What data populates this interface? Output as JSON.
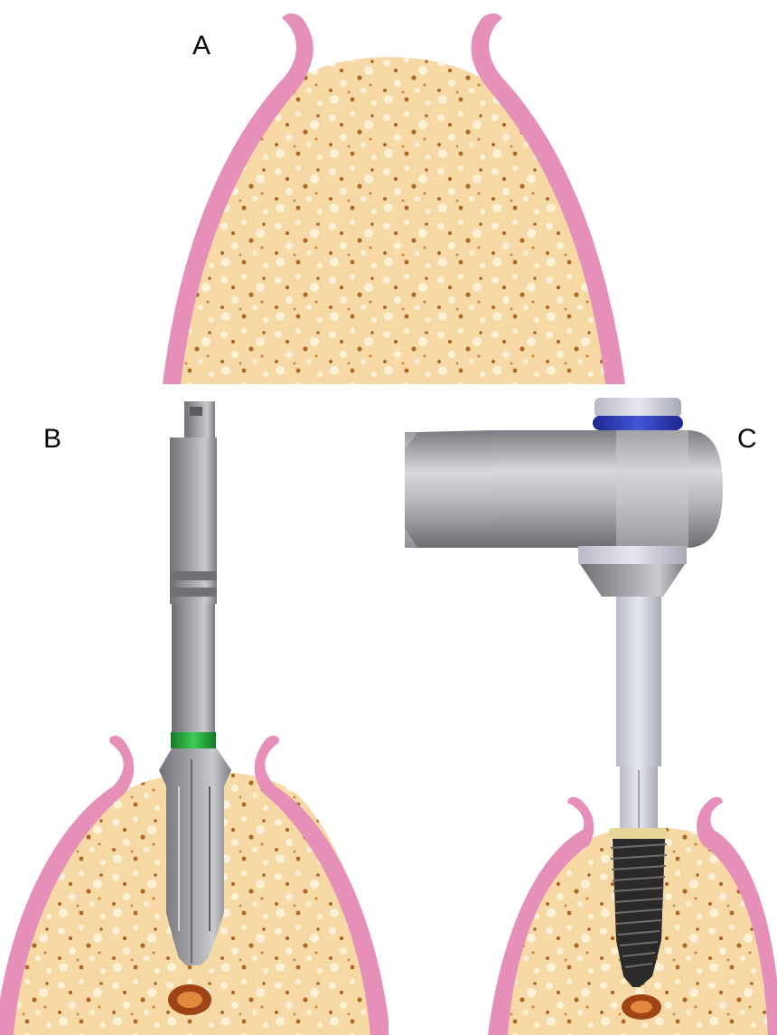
{
  "figure": {
    "panels": [
      {
        "id": "A",
        "label": "A"
      },
      {
        "id": "B",
        "label": "B"
      },
      {
        "id": "C",
        "label": "C"
      }
    ]
  },
  "colors": {
    "background": "#ffffff",
    "bone": "#f6d9a4",
    "bone_dark_pore": "#a9682a",
    "bone_light_pore": "#fdf1d8",
    "gingiva": "#e58fb9",
    "gingiva_light": "#f6c2dc",
    "instrument_metal": "#8e8f94",
    "instrument_highlight": "#d9dade",
    "drill_marker_band": "#22a83a",
    "handpiece_ring": "#2b3bb5",
    "implant_body": "#2a2a2a",
    "implant_collar": "#e8d59a",
    "nerve_canal": "#a04418"
  },
  "icons": {
    "ridge": "bone-ridge-cross-section",
    "drill": "surgical-drill",
    "handpiece": "contra-angle-handpiece",
    "implant": "dental-implant"
  }
}
